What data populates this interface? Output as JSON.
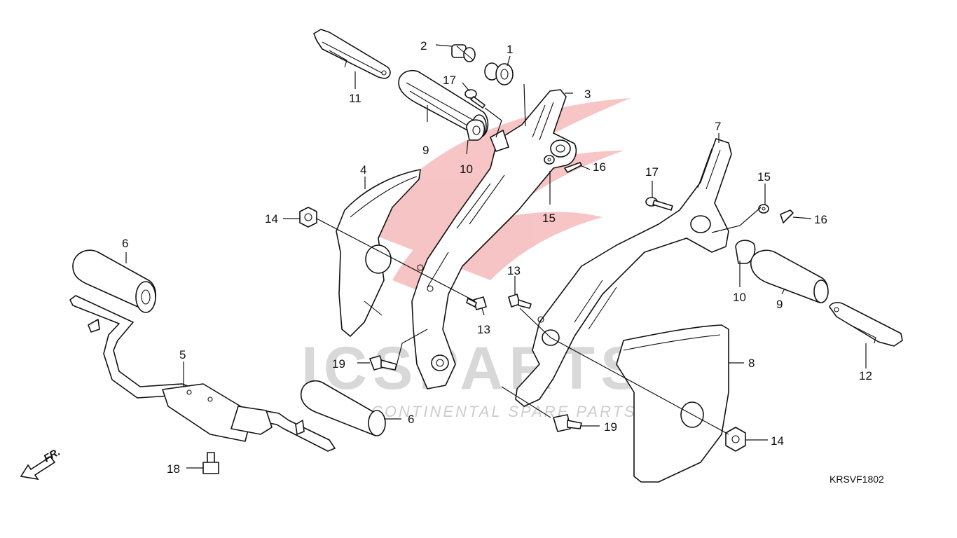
{
  "diagram": {
    "part_code": "KRSVF1802",
    "direction_label": "FR.",
    "watermark": {
      "brand": "ICSPARTS",
      "tagline": "CONTINENTAL SPARE PARTS",
      "color": "#e85a5a"
    },
    "callouts": [
      {
        "id": "c1",
        "text": "1"
      },
      {
        "id": "c2",
        "text": "2"
      },
      {
        "id": "c3",
        "text": "3"
      },
      {
        "id": "c4",
        "text": "4"
      },
      {
        "id": "c5",
        "text": "5"
      },
      {
        "id": "c6a",
        "text": "6"
      },
      {
        "id": "c6b",
        "text": "6"
      },
      {
        "id": "c7",
        "text": "7"
      },
      {
        "id": "c8",
        "text": "8"
      },
      {
        "id": "c9a",
        "text": "9"
      },
      {
        "id": "c9b",
        "text": "9"
      },
      {
        "id": "c10a",
        "text": "10"
      },
      {
        "id": "c10b",
        "text": "10"
      },
      {
        "id": "c11",
        "text": "11"
      },
      {
        "id": "c12",
        "text": "12"
      },
      {
        "id": "c13a",
        "text": "13"
      },
      {
        "id": "c13b",
        "text": "13"
      },
      {
        "id": "c14a",
        "text": "14"
      },
      {
        "id": "c14b",
        "text": "14"
      },
      {
        "id": "c15a",
        "text": "15"
      },
      {
        "id": "c15b",
        "text": "15"
      },
      {
        "id": "c16a",
        "text": "16"
      },
      {
        "id": "c16b",
        "text": "16"
      },
      {
        "id": "c17a",
        "text": "17"
      },
      {
        "id": "c17b",
        "text": "17"
      },
      {
        "id": "c18",
        "text": "18"
      },
      {
        "id": "c19a",
        "text": "19"
      },
      {
        "id": "c19b",
        "text": "19"
      }
    ]
  }
}
